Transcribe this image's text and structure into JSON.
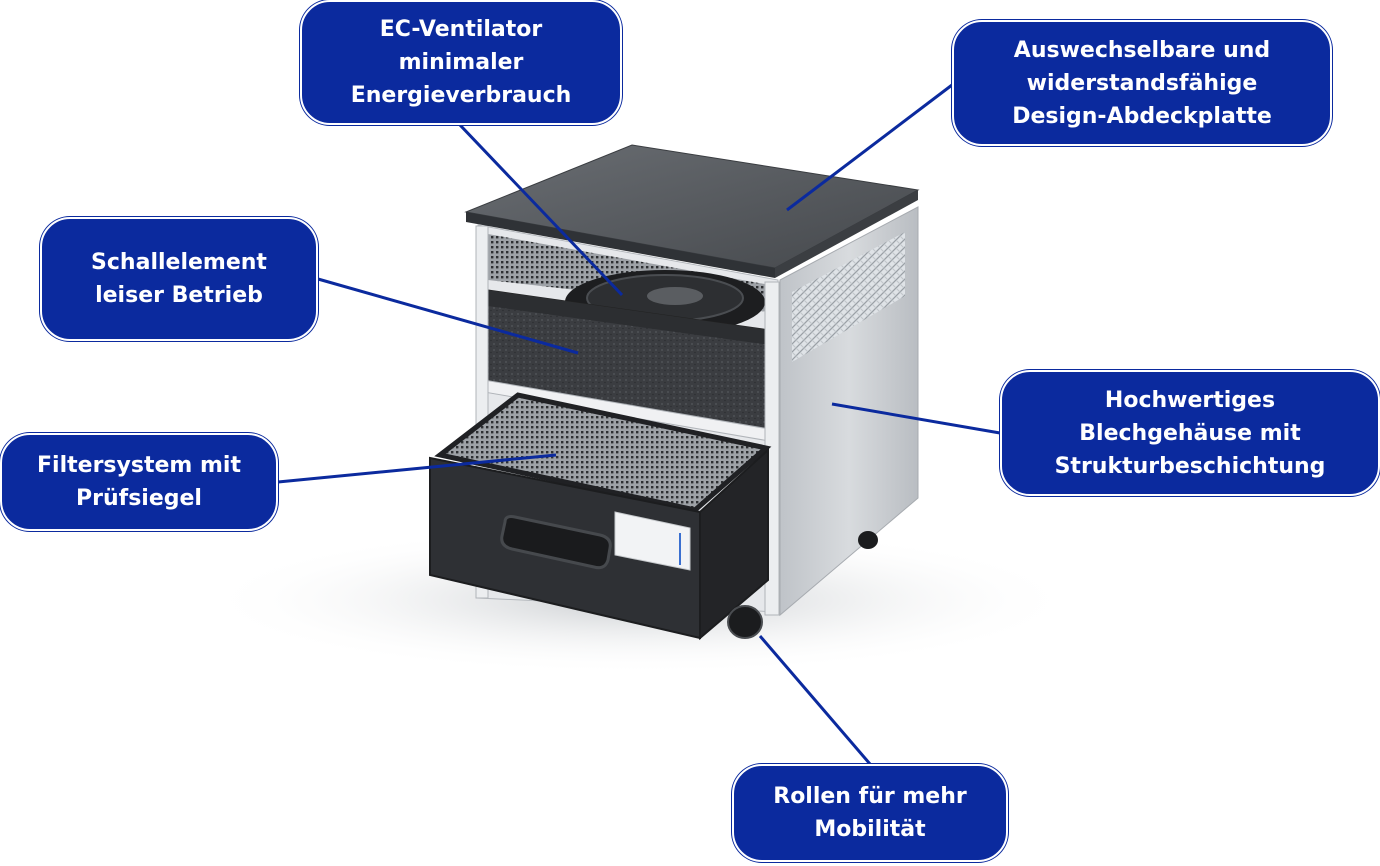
{
  "callouts": {
    "fan": {
      "line1": "EC-Ventilator",
      "line2": "minimaler",
      "line3": "Energieverbrauch"
    },
    "cover": {
      "line1": "Auswechselbare und",
      "line2": "widerstandsfähige",
      "line3": "Design-Abdeckplatte"
    },
    "sound": {
      "line1": "Schallelement",
      "line2": "leiser Betrieb"
    },
    "filter": {
      "line1": "Filtersystem mit",
      "line2": "Prüfsiegel"
    },
    "housing": {
      "line1": "Hochwertiges",
      "line2": "Blechgehäuse mit",
      "line3": "Strukturbeschichtung"
    },
    "wheels": {
      "line1": "Rollen für mehr",
      "line2": "Mobilität"
    }
  },
  "colors": {
    "callout_fill": "#0b2a9e",
    "leader_line": "#0b2a9e",
    "cabinet_panel": "#cfd2d6",
    "top_plate": "#55585d",
    "foam": "#3a3c40",
    "filter_drawer": "#2b2d30"
  }
}
